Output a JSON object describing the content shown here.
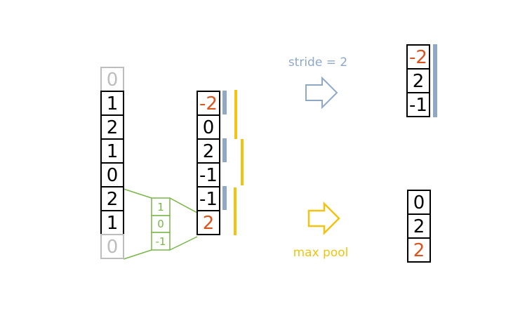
{
  "input_column": {
    "cells": [
      "0",
      "1",
      "2",
      "1",
      "0",
      "2",
      "1",
      "0"
    ],
    "padding_color": "#bdbdbd",
    "value_color": "#000000"
  },
  "kernel": {
    "cells": [
      "1",
      "0",
      "-1"
    ],
    "color": "#7ab648"
  },
  "conv_output": {
    "cells": [
      "-2",
      "0",
      "2",
      "-1",
      "-1",
      "2"
    ],
    "highlight_color": "#d9541e"
  },
  "stride_label": "stride = 2",
  "stride_color": "#8fa8c8",
  "stride_output": {
    "cells": [
      "-2",
      "2",
      "-1"
    ]
  },
  "maxpool_label": "max pool",
  "maxpool_color": "#f2c311",
  "maxpool_output": {
    "cells": [
      "0",
      "2",
      "2"
    ]
  }
}
